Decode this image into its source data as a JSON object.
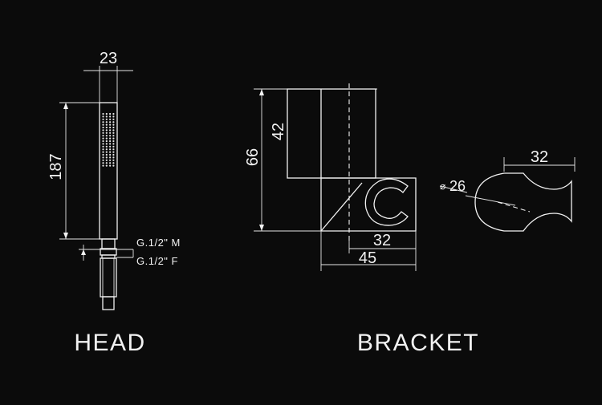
{
  "head": {
    "caption": "HEAD",
    "dim_width": "23",
    "dim_height": "187",
    "thread_male": "G.1/2\" M",
    "thread_female": "G.1/2\" F"
  },
  "bracket": {
    "caption": "BRACKET",
    "dim_66": "66",
    "dim_42": "42",
    "dim_32_bottom": "32",
    "dim_45": "45",
    "dim_32_top": "32",
    "dim_diameter": "26",
    "diameter_symbol": "⌀"
  }
}
